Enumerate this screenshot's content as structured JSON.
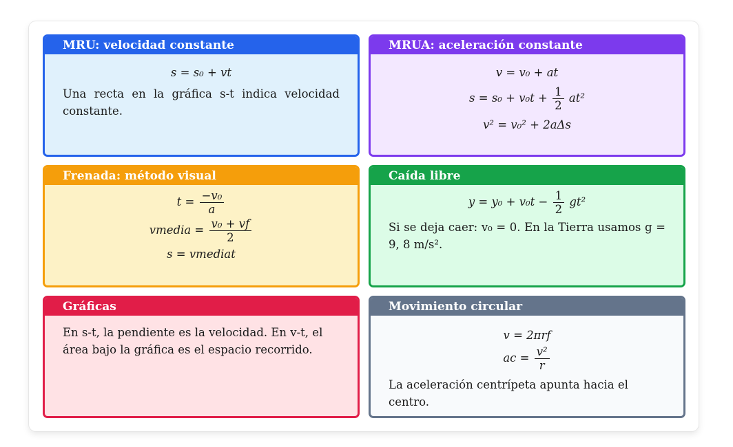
{
  "colors": {
    "blue": "#2563eb",
    "purple": "#7c3aed",
    "orange": "#f59e0b",
    "green": "#16a34a",
    "red": "#e11d48",
    "gray": "#64748b"
  },
  "cards": {
    "mru": {
      "title": "MRU: velocidad constante",
      "eq1": "s = s₀ + vt",
      "text": "Una recta en la gráfica s-t indica velocidad constante."
    },
    "mrua": {
      "title": "MRUA: aceleración constante",
      "eq1": "v = v₀ + at",
      "eq2_lhs": "s = s₀ + v₀t +",
      "eq2_num": "1",
      "eq2_den": "2",
      "eq2_rhs": "at²",
      "eq3": "v² = v₀² + 2aΔs"
    },
    "frenada": {
      "title": "Frenada: método visual",
      "eq1_lhs": "t =",
      "eq1_num": "−v₀",
      "eq1_den": "a",
      "eq2_lhs": "vmedia =",
      "eq2_num": "v₀ + vf",
      "eq2_den": "2",
      "eq3": "s = vmediat"
    },
    "caida": {
      "title": "Caída libre",
      "eq1_lhs": "y = y₀ + v₀t −",
      "eq1_num": "1",
      "eq1_den": "2",
      "eq1_rhs": "gt²",
      "text": "Si se deja caer: v₀ = 0. En la Tierra usamos g = 9, 8 m/s²."
    },
    "graficas": {
      "title": "Gráficas",
      "text": "En s-t, la pendiente es la velocidad. En v-t, el área bajo la gráfica es el espacio recorrido."
    },
    "circular": {
      "title": "Movimiento circular",
      "eq1": "v = 2πrf",
      "eq2_lhs": "ac =",
      "eq2_num": "v²",
      "eq2_den": "r",
      "text": "La aceleración centrípeta apunta hacia el centro."
    }
  }
}
